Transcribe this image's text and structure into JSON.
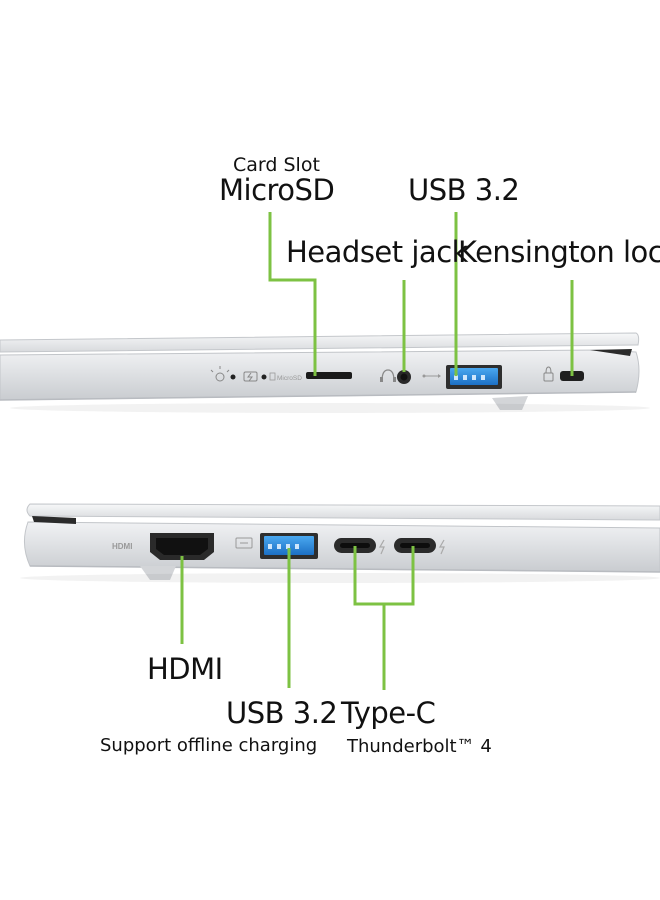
{
  "top_view": {
    "card_slot": {
      "caption": "Card Slot",
      "label": "MicroSD"
    },
    "usb": {
      "label": "USB 3.2"
    },
    "headset": {
      "label": "Headset jack"
    },
    "kensington": {
      "label": "Kensington lock"
    },
    "port_markings": {
      "microsd": "MicroSD"
    }
  },
  "bottom_view": {
    "hdmi": {
      "label": "HDMI",
      "marking": "HDMI"
    },
    "usb": {
      "label": "USB 3.2",
      "caption": "Support offline charging"
    },
    "typec": {
      "label": "Type-C",
      "caption": "Thunderbolt™ 4"
    }
  },
  "colors": {
    "callout_line": "#7dc243",
    "chassis": "#e3e5e8",
    "usb_blue": "#2a8fe0"
  }
}
